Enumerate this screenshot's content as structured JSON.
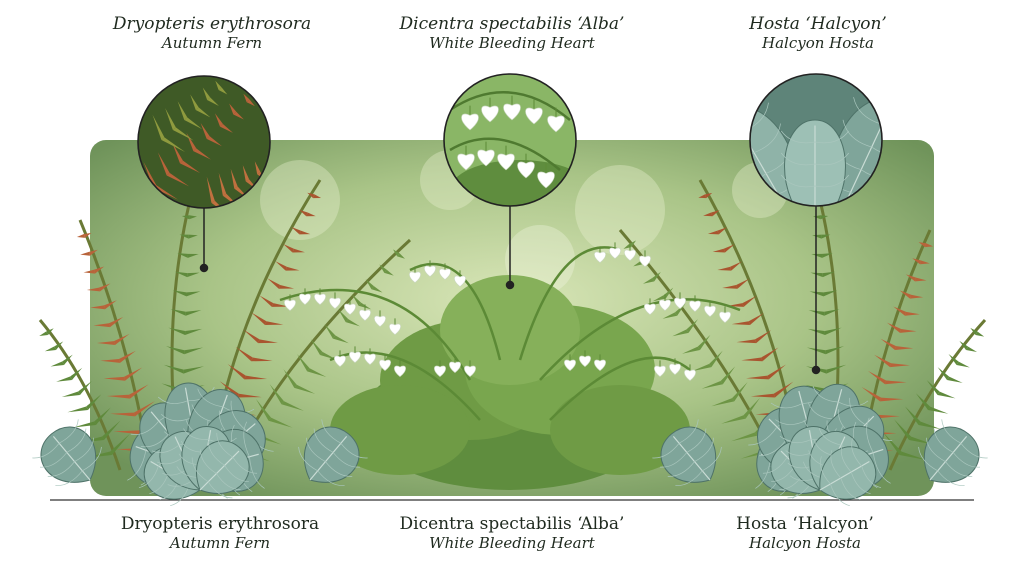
{
  "plants": [
    {
      "id": "fern",
      "scientific": "Dryopteris erythrosora",
      "common": "Autumn Fern",
      "icon": "fern-frond-icon",
      "colors": {
        "frond_copper": "#b8633a",
        "frond_green": "#5f8a3c"
      }
    },
    {
      "id": "dicentra",
      "scientific": "Dicentra spectabilis ‘Alba’",
      "common": "White Bleeding Heart",
      "icon": "bleeding-heart-flower-icon",
      "colors": {
        "flower": "#ffffff",
        "foliage": "#6f9b45"
      }
    },
    {
      "id": "hosta",
      "scientific": "Hosta ‘Halcyon’",
      "common": "Halcyon Hosta",
      "icon": "hosta-leaf-icon",
      "colors": {
        "leaf": "#7fa59a",
        "leaf_dark": "#5e8479"
      }
    }
  ],
  "colors": {
    "background_panel": "#9fbf7e",
    "label_text": "#1f2a1f",
    "leader_line": "#222222"
  }
}
